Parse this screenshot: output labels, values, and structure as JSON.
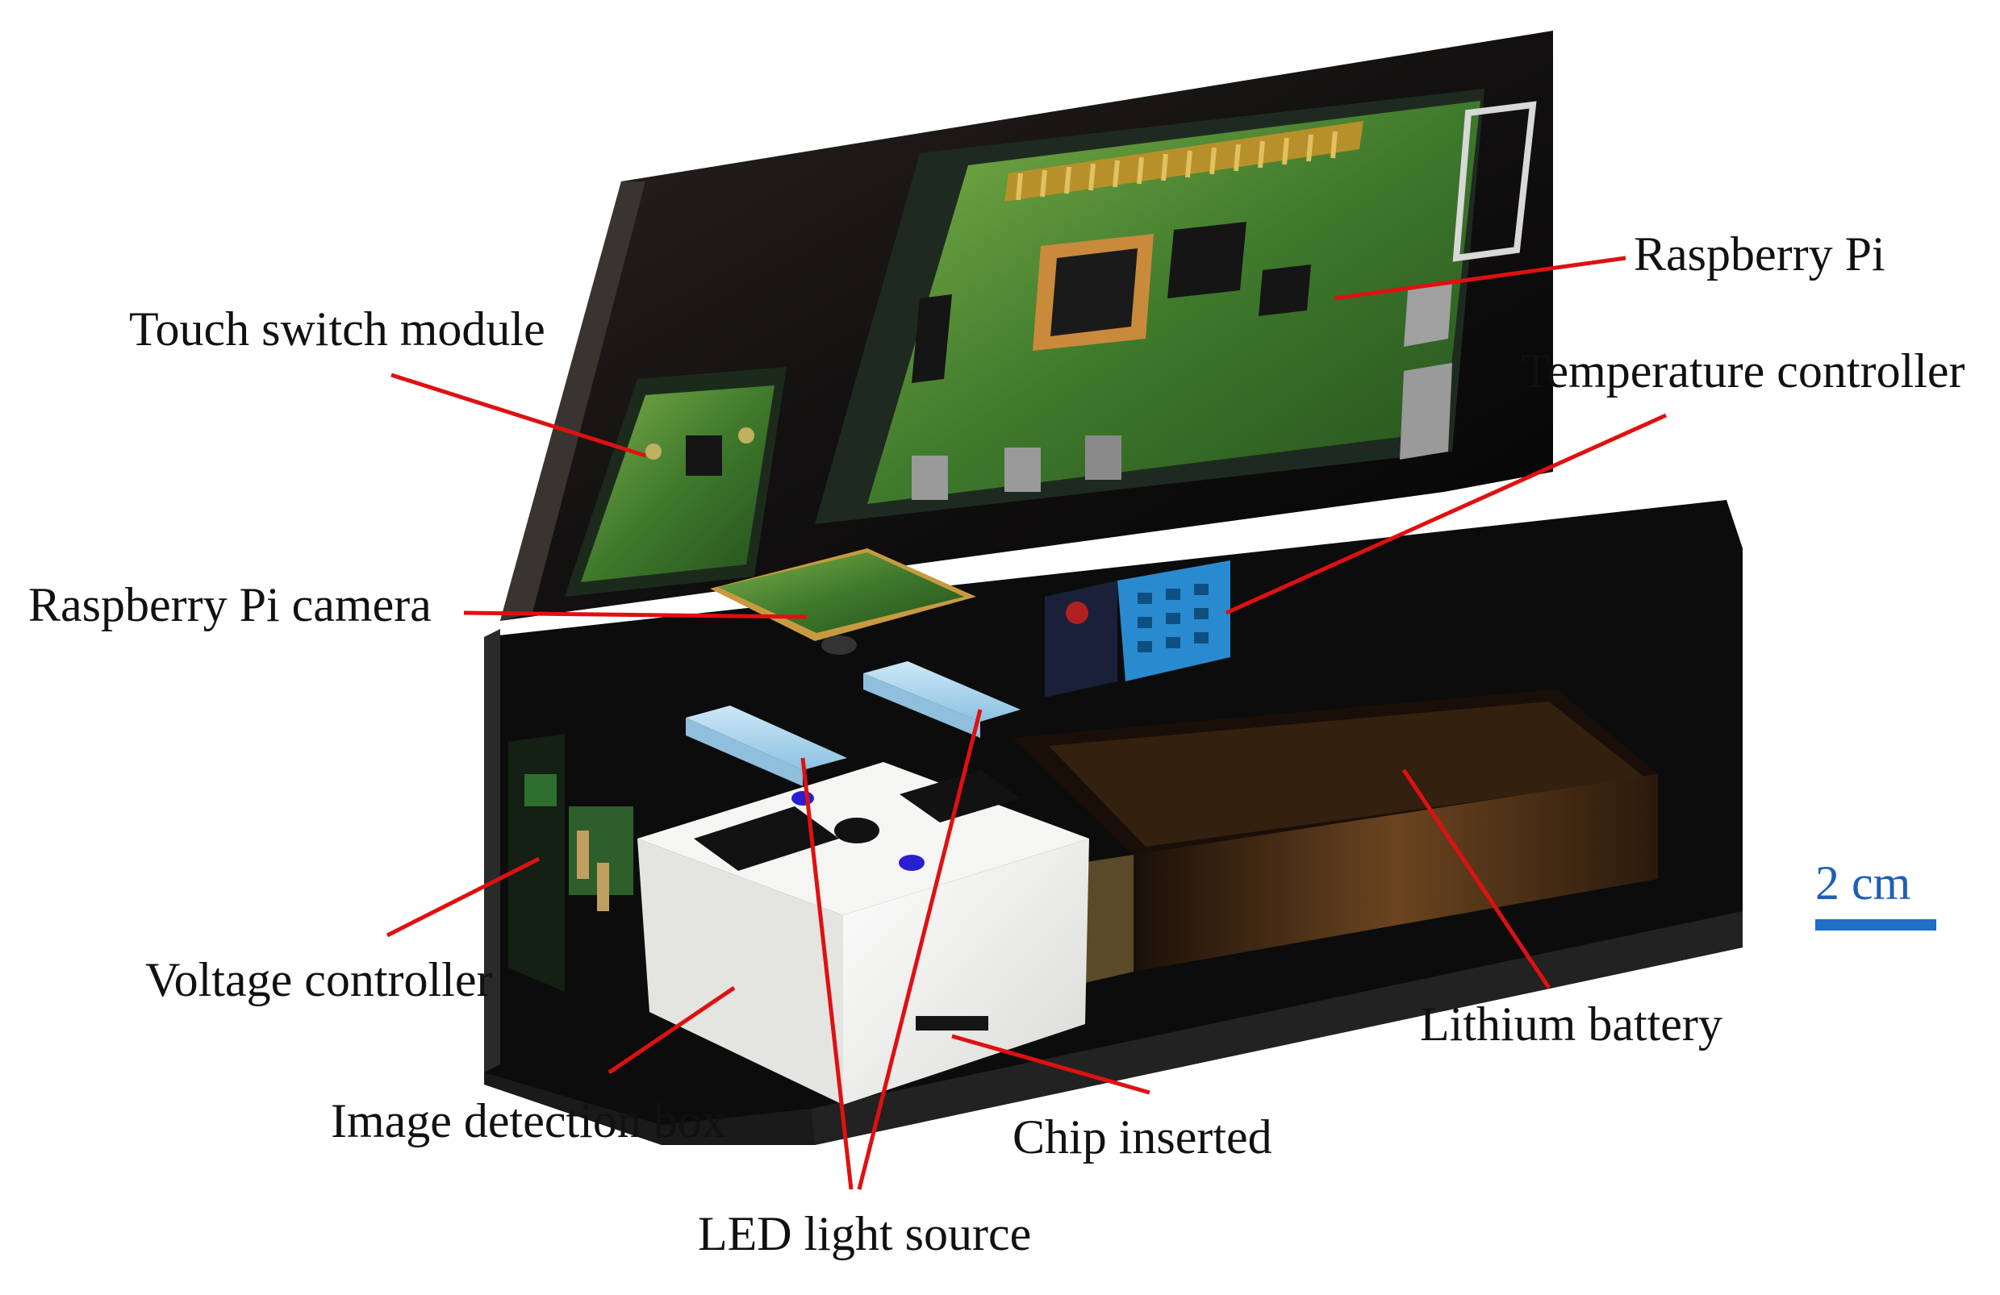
{
  "labels": {
    "raspberry_pi": "Raspberry Pi",
    "touch_switch_module": "Touch switch module",
    "temperature_controller": "Temperature controller",
    "raspberry_pi_camera": "Raspberry Pi camera",
    "voltage_controller": "Voltage controller",
    "image_detection_box": "Image detection box",
    "chip_inserted": "Chip inserted",
    "led_light_source": "LED light source",
    "lithium_battery": "Lithium battery"
  },
  "scale_bar": {
    "label": "2 cm",
    "color": "#1f6fc4"
  },
  "colors": {
    "leader_line": "#e01010",
    "case_body": "#0c0c0c",
    "pcb_green": "#2f6b2a",
    "detection_box": "#f2f2f0",
    "led": "#a9d4ee",
    "battery": "#4a2c14"
  }
}
